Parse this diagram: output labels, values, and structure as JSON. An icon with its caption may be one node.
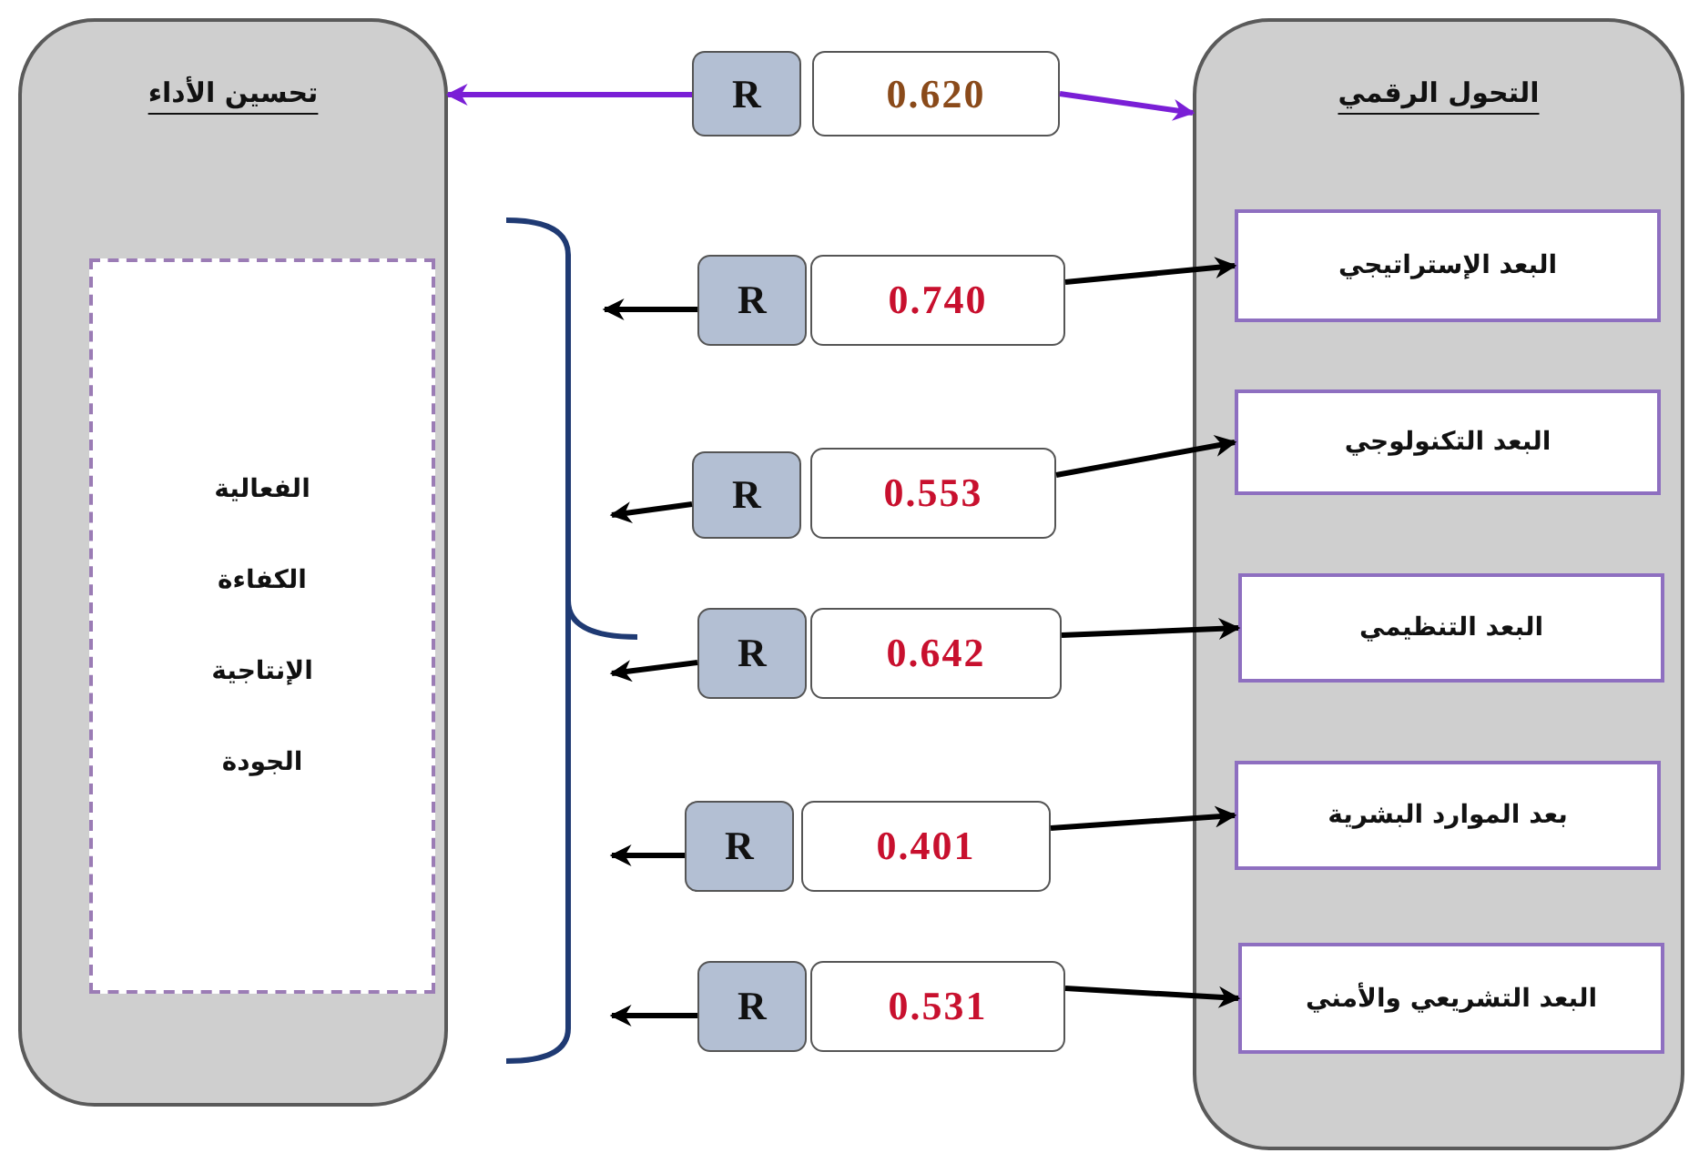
{
  "diagram": {
    "nodes": [
      {
        "text": [
          "تحسين الأداء"
        ]
      },
      {
        "text": [
          "الفعالية",
          "الكفاءة",
          "الإنتاجية",
          "الجودة"
        ],
        "in": 0
      },
      {
        "text": [
          "R"
        ]
      },
      {
        "text": [
          "0.620"
        ]
      },
      {
        "text": [
          "التحول الرقمي"
        ]
      },
      {
        "text": [
          "البعد الإستراتيجي"
        ],
        "in": 4
      },
      {
        "text": [
          "البعد التكنولوجي"
        ],
        "in": 4
      },
      {
        "text": [
          "البعد التنظيمي"
        ],
        "in": 4
      },
      {
        "text": [
          "بعد الموارد البشرية"
        ],
        "in": 4
      },
      {
        "text": [
          "البعد التشريعي والأمني"
        ],
        "in": 4
      },
      {
        "text": [
          "R"
        ]
      },
      {
        "text": [
          "0.740"
        ]
      },
      {
        "text": [
          "R"
        ]
      },
      {
        "text": [
          "0.553"
        ]
      },
      {
        "text": [
          "R"
        ]
      },
      {
        "text": [
          "0.642"
        ]
      },
      {
        "text": [
          "R"
        ]
      },
      {
        "text": [
          "0.401"
        ]
      },
      {
        "text": [
          "R"
        ]
      },
      {
        "text": [
          "0.531"
        ]
      }
    ],
    "edges": [
      {
        "from": 2,
        "to": 0,
        "arrow": "to",
        "color": "#7a1fd6"
      },
      {
        "from": 3,
        "to": 4,
        "arrow": "to",
        "color": "#7a1fd6"
      },
      {
        "from": 10,
        "to": null,
        "arrow": "to"
      },
      {
        "from": 11,
        "to": 5,
        "arrow": "to"
      },
      {
        "from": 12,
        "to": null,
        "arrow": "to"
      },
      {
        "from": 13,
        "to": 6,
        "arrow": "to"
      },
      {
        "from": 14,
        "to": null,
        "arrow": "to"
      },
      {
        "from": 15,
        "to": 7,
        "arrow": "to"
      },
      {
        "from": 16,
        "to": null,
        "arrow": "to"
      },
      {
        "from": 17,
        "to": 8,
        "arrow": "to"
      },
      {
        "from": 18,
        "to": null,
        "arrow": "to"
      },
      {
        "from": 19,
        "to": 9,
        "arrow": "to"
      }
    ]
  }
}
